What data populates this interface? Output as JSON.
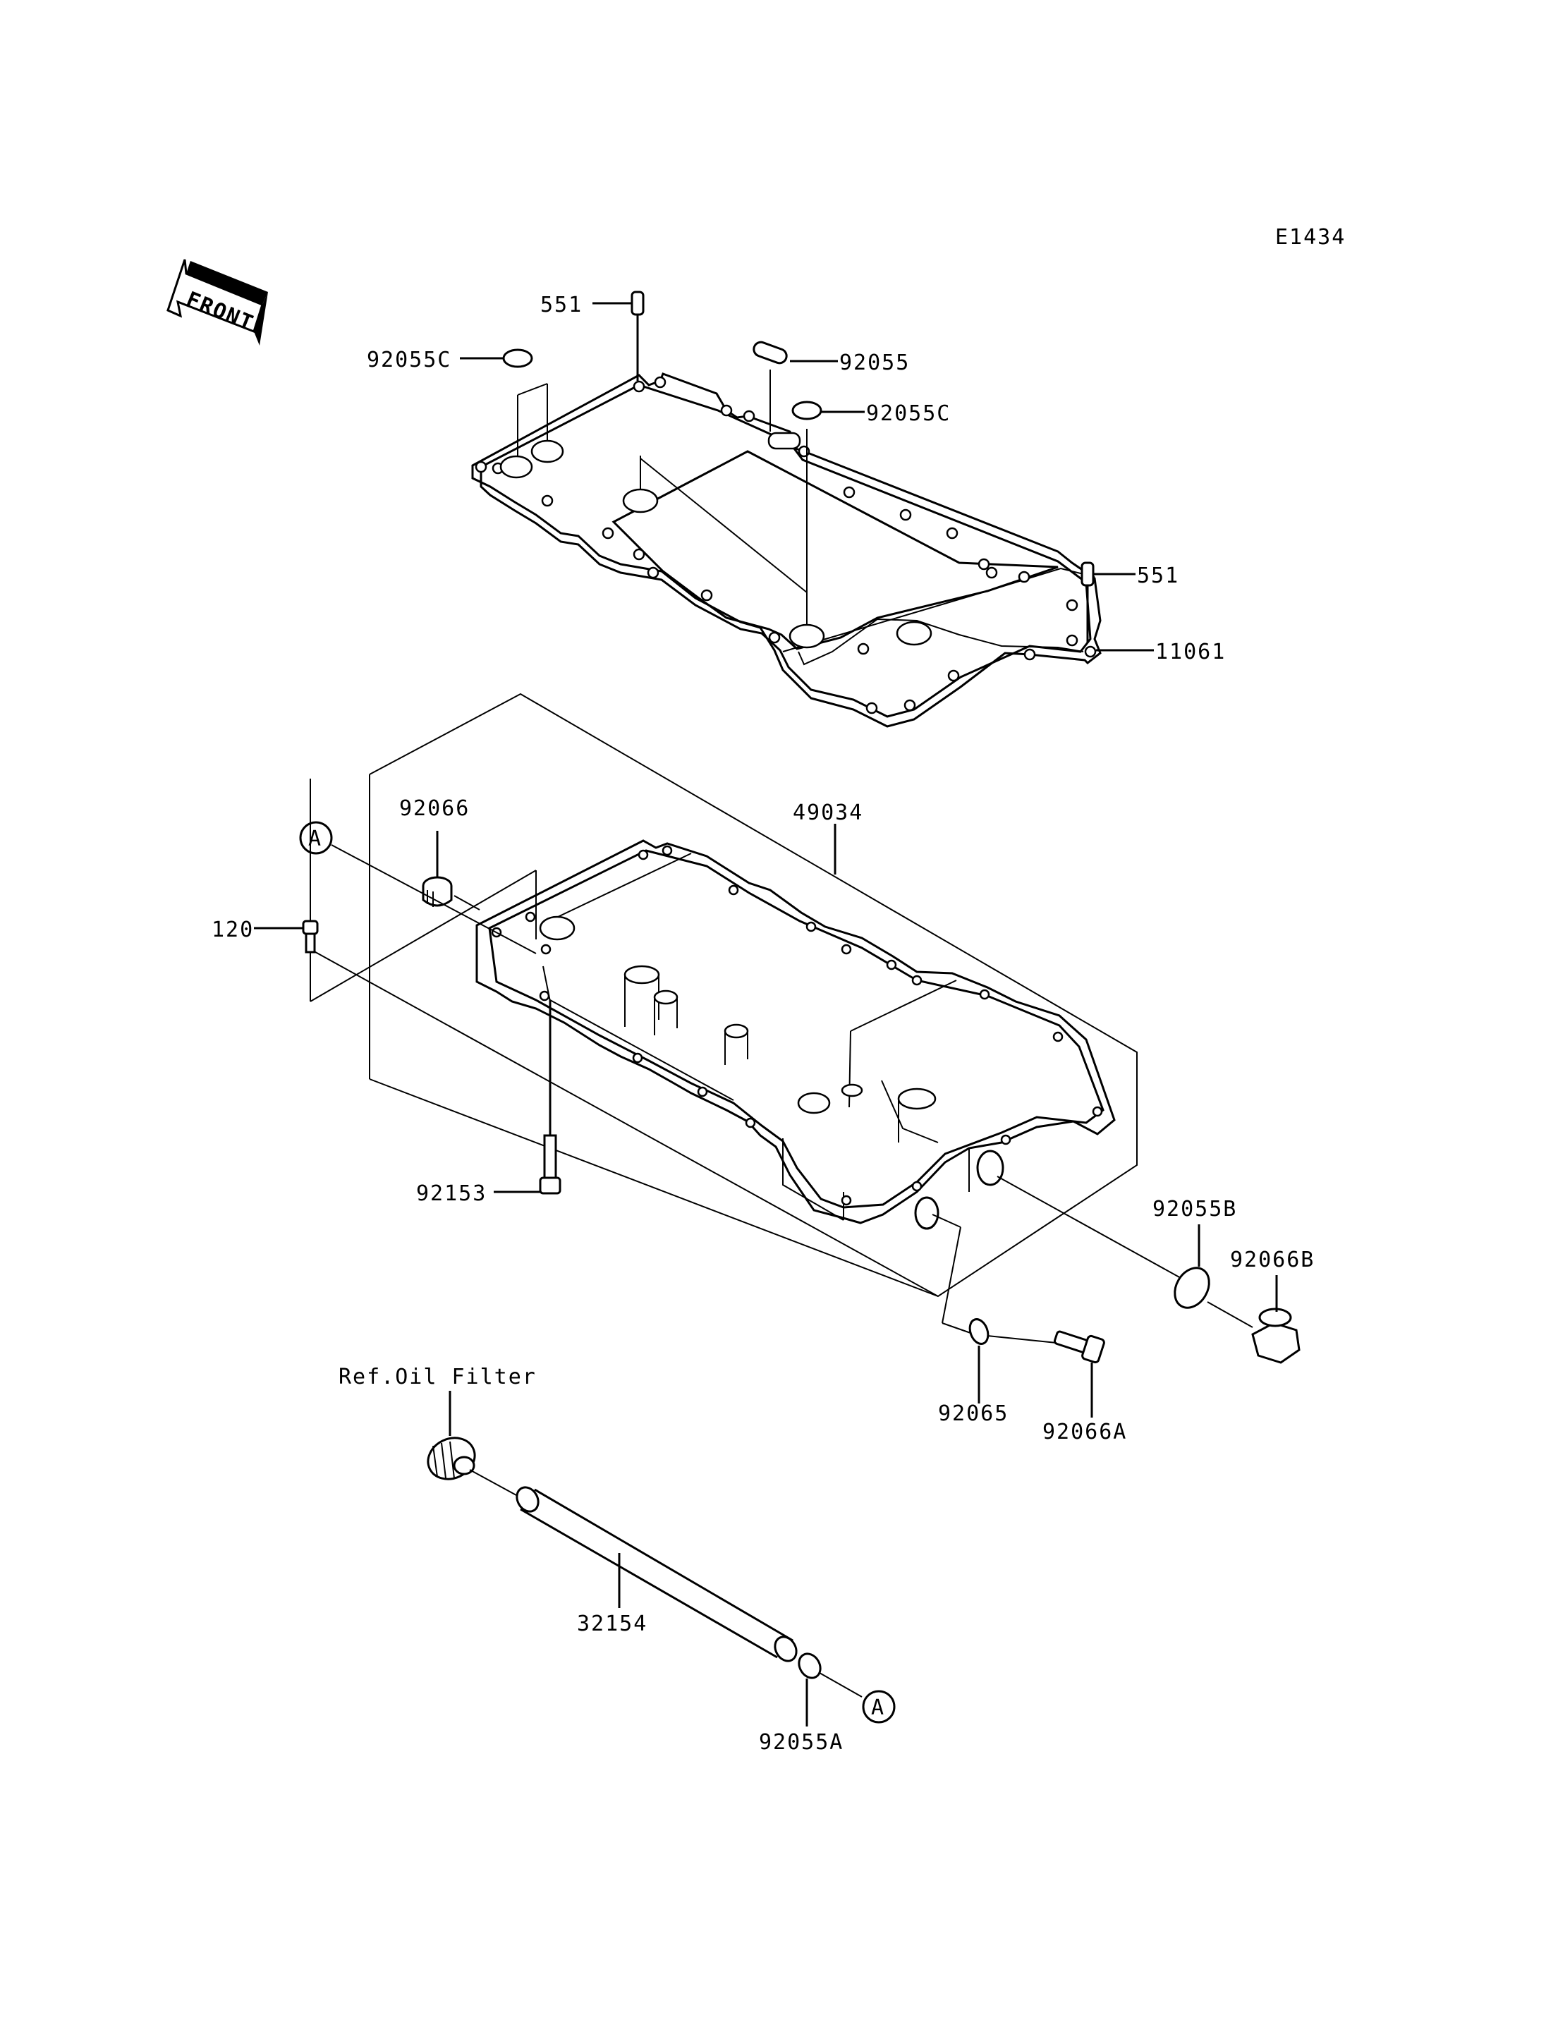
{
  "diagram_code": "E1434",
  "front_arrow_text": "FRONT",
  "labels": {
    "p551_top": "551",
    "p551_right": "551",
    "p92055c_left": "92055C",
    "p92055": "92055",
    "p92055c_right": "92055C",
    "p11061": "11061",
    "p92066": "92066",
    "p49034": "49034",
    "p120": "120",
    "p92153": "92153",
    "p92055b": "92055B",
    "p92066b": "92066B",
    "p92065": "92065",
    "p92066a": "92066A",
    "ref_oil_filter": "Ref.Oil Filter",
    "p32154": "32154",
    "p92055a": "92055A"
  },
  "reference_markers": {
    "a_top": "A",
    "a_bottom": "A"
  },
  "colors": {
    "line": "#000000",
    "background": "#ffffff"
  }
}
